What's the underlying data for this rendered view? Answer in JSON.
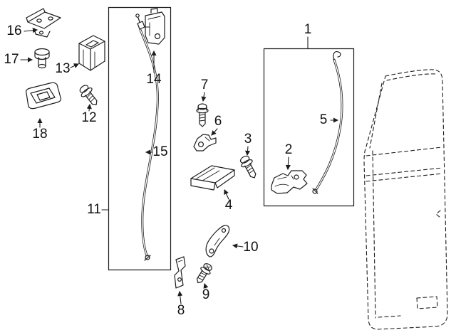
{
  "diagram": {
    "background_color": "#ffffff",
    "line_color": "#1c1c1c",
    "callouts": [
      {
        "part": "1"
      },
      {
        "part": "2"
      },
      {
        "part": "3"
      },
      {
        "part": "4"
      },
      {
        "part": "5"
      },
      {
        "part": "6"
      },
      {
        "part": "7"
      },
      {
        "part": "8"
      },
      {
        "part": "9"
      },
      {
        "part": "10"
      },
      {
        "part": "11"
      },
      {
        "part": "12"
      },
      {
        "part": "13"
      },
      {
        "part": "14"
      },
      {
        "part": "15"
      },
      {
        "part": "16"
      },
      {
        "part": "17"
      },
      {
        "part": "18"
      }
    ]
  }
}
